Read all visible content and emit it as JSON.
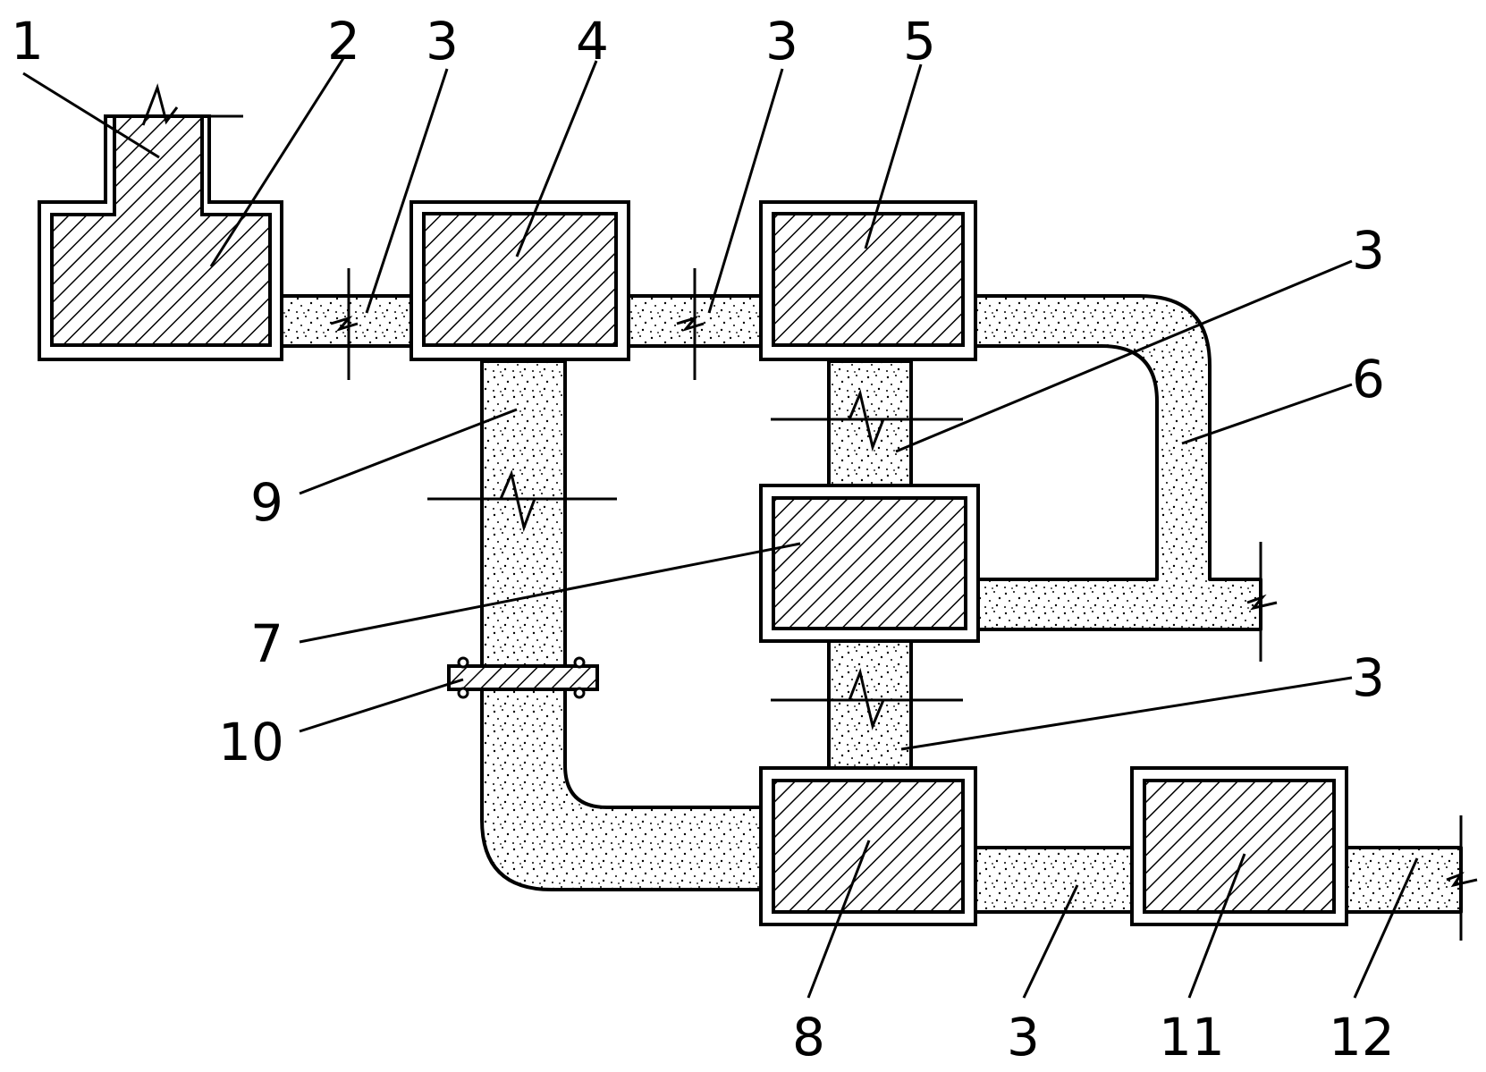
{
  "labels": {
    "n1": "1",
    "n2": "2",
    "n3": "3",
    "n4": "4",
    "n5": "5",
    "n6": "6",
    "n7": "7",
    "n8": "8",
    "n9": "9",
    "n10": "10",
    "n11": "11",
    "n12": "12"
  },
  "colors": {
    "line": "#000000",
    "background": "#ffffff"
  }
}
